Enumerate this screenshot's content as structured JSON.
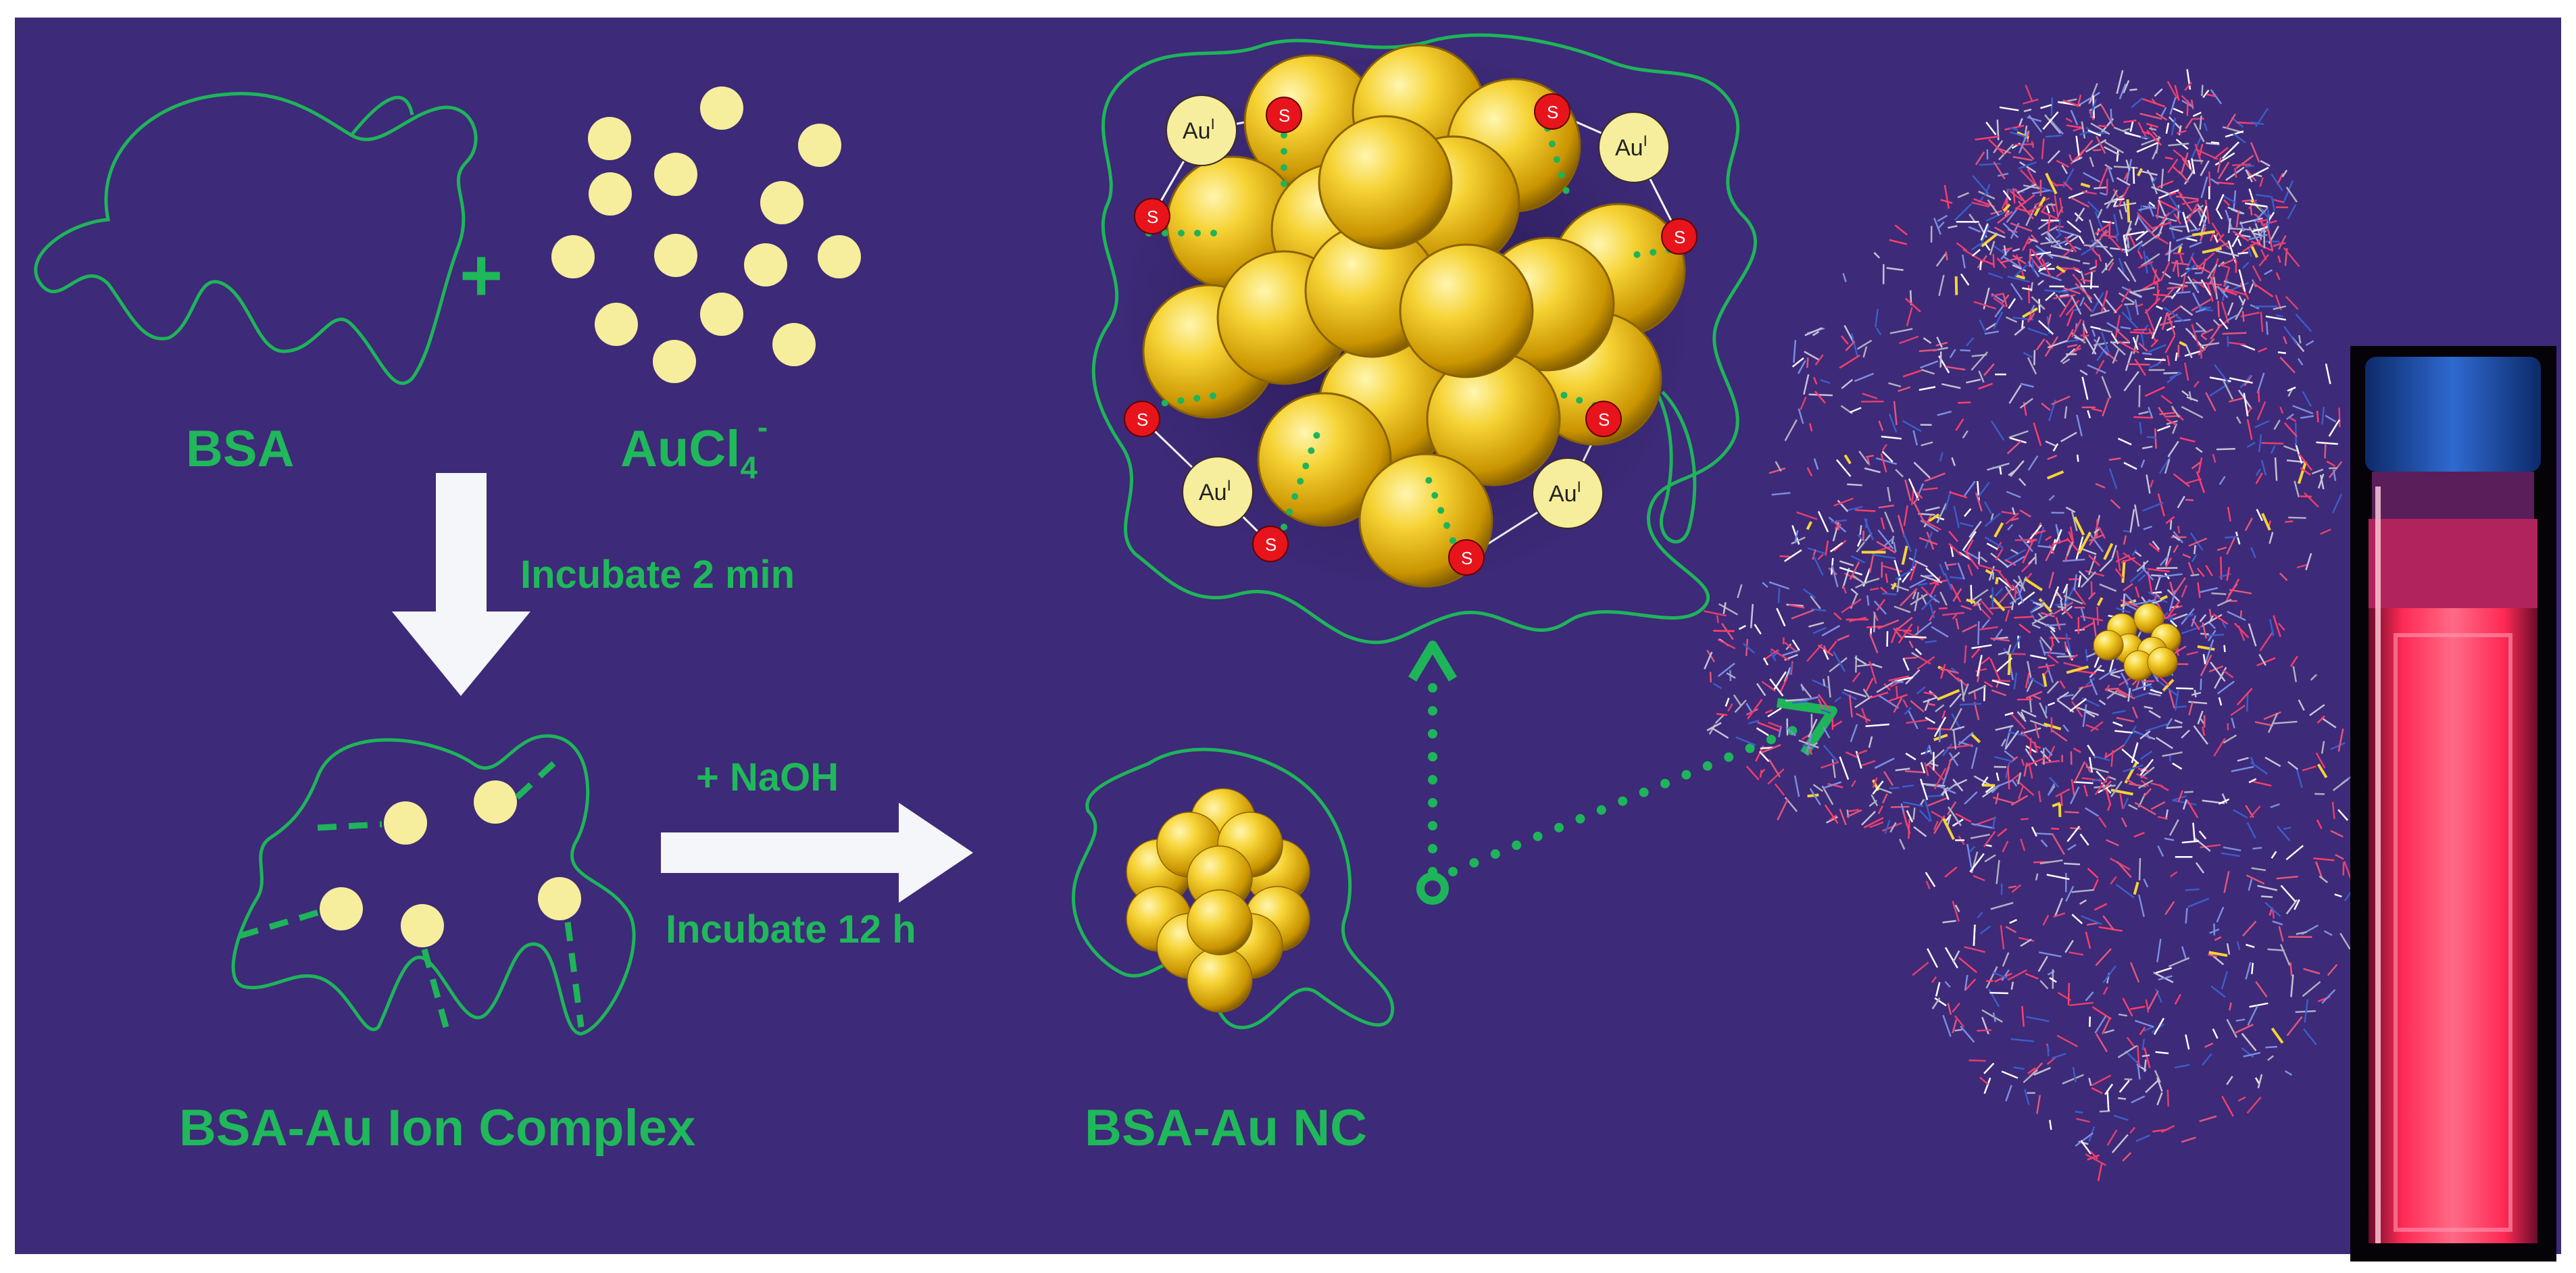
{
  "colors": {
    "background": "#3d2a78",
    "chain": "#1eb45a",
    "label": "#1fb85a",
    "ion": "#f6ee9c",
    "gold": "#f0c020",
    "sulfur": "#e8141c",
    "arrow": "#f4f6fa"
  },
  "labels": {
    "bsa": "BSA",
    "plus": "+",
    "aucl4_base": "AuCl",
    "aucl4_sub": "4",
    "aucl4_sup": "-",
    "incubate_2min": "Incubate 2 min",
    "naoh": "+ NaOH",
    "incubate_12h": "Incubate 12 h",
    "complex": "BSA-Au Ion Complex",
    "nc": "BSA-Au NC"
  },
  "cluster": {
    "au_base": "Au",
    "au_sup": "I",
    "s": "S"
  }
}
